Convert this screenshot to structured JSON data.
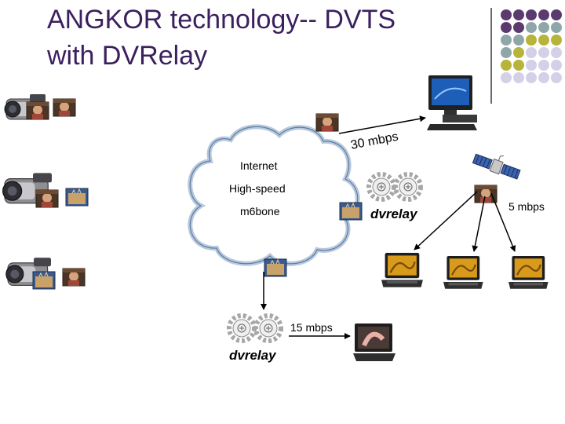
{
  "slide": {
    "title_line1": "ANGKOR technology-- DVTS",
    "title_line2": "with DVRelay"
  },
  "cloud": {
    "label_1": "Internet",
    "label_2": "High-speed",
    "label_3": "m6bone"
  },
  "links": {
    "rate_30": "30 mbps",
    "rate_5": "5 mbps",
    "rate_15": "15 mbps"
  },
  "relays": {
    "logo_text": "dvrelay"
  },
  "colors": {
    "title": "#3b1f5e",
    "dot_purple": "#5b3a6e",
    "dot_teal": "#8fa7a8",
    "dot_olive": "#b6b43a",
    "dot_lilac": "#d3d0e8",
    "cloud_stroke": "#b7c9de",
    "cloud_fill": "#ffffff"
  },
  "decor_dots": [
    [
      "dot_purple",
      "dot_purple",
      "dot_purple",
      "dot_purple",
      "dot_purple"
    ],
    [
      "dot_purple",
      "dot_purple",
      "dot_teal",
      "dot_teal",
      "dot_teal"
    ],
    [
      "dot_teal",
      "dot_teal",
      "dot_olive",
      "dot_olive",
      "dot_olive"
    ],
    [
      "dot_teal",
      "dot_olive",
      "dot_lilac",
      "dot_lilac",
      "dot_lilac"
    ],
    [
      "dot_olive",
      "dot_olive",
      "dot_lilac",
      "dot_lilac",
      "dot_lilac"
    ],
    [
      "dot_lilac",
      "dot_lilac",
      "dot_lilac",
      "dot_lilac",
      "dot_lilac"
    ]
  ]
}
